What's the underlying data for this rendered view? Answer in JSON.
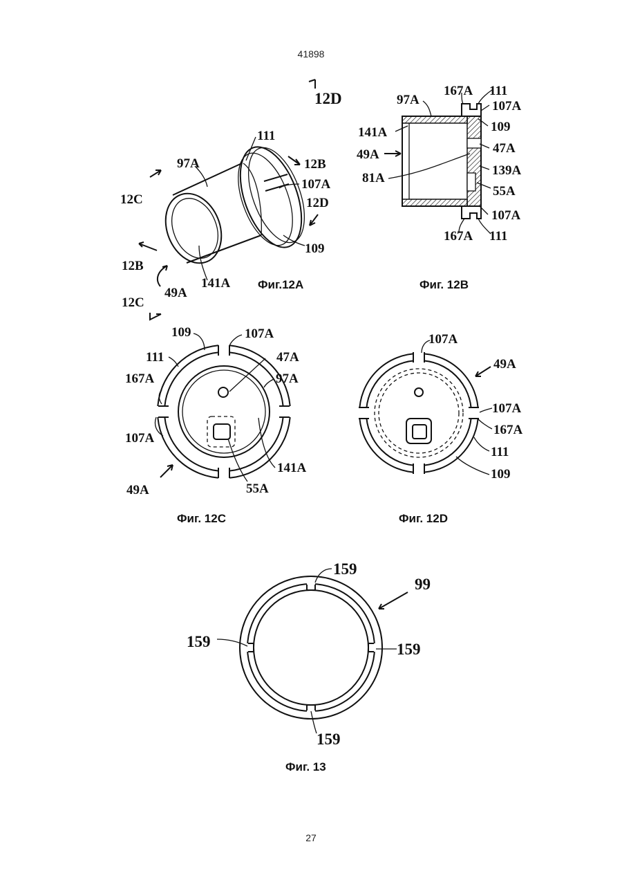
{
  "page": {
    "doc_number": "41898",
    "page_number": "27"
  },
  "fig12a": {
    "caption": "Фиг.12A",
    "labels": {
      "l111": "111",
      "l97a": "97A",
      "l12b_top": "12B",
      "l107a": "107A",
      "l12c_left": "12C",
      "l12d_right": "12D",
      "l109": "109",
      "l12b_left": "12B",
      "l49a": "49A",
      "l141a": "141A",
      "l12c_bottom": "12C",
      "l12d_top": "12D"
    }
  },
  "fig12b": {
    "caption": "Фиг. 12B",
    "labels": {
      "l167a_top": "167A",
      "l111_top": "111",
      "l97a": "97A",
      "l107a_top": "107A",
      "l109": "109",
      "l141a": "141A",
      "l47a": "47A",
      "l49a": "49A",
      "l139a": "139A",
      "l81a": "81A",
      "l55a": "55A",
      "l107a_bot": "107A",
      "l167a_bot": "167A",
      "l111_bot": "111"
    }
  },
  "fig12c": {
    "caption": "Фиг. 12C",
    "labels": {
      "l109": "109",
      "l107a_top": "107A",
      "l111": "111",
      "l47a": "47A",
      "l167a": "167A",
      "l97a": "97A",
      "l107a_left": "107A",
      "l141a": "141A",
      "l49a": "49A",
      "l55a": "55A"
    }
  },
  "fig12d": {
    "caption": "Фиг. 12D",
    "labels": {
      "l107a_top": "107A",
      "l49a": "49A",
      "l107a_right": "107A",
      "l167a": "167A",
      "l111": "111",
      "l109": "109"
    }
  },
  "fig13": {
    "caption": "Фиг. 13",
    "labels": {
      "l159_top": "159",
      "l99": "99",
      "l159_left": "159",
      "l159_right": "159",
      "l159_bottom": "159"
    }
  }
}
